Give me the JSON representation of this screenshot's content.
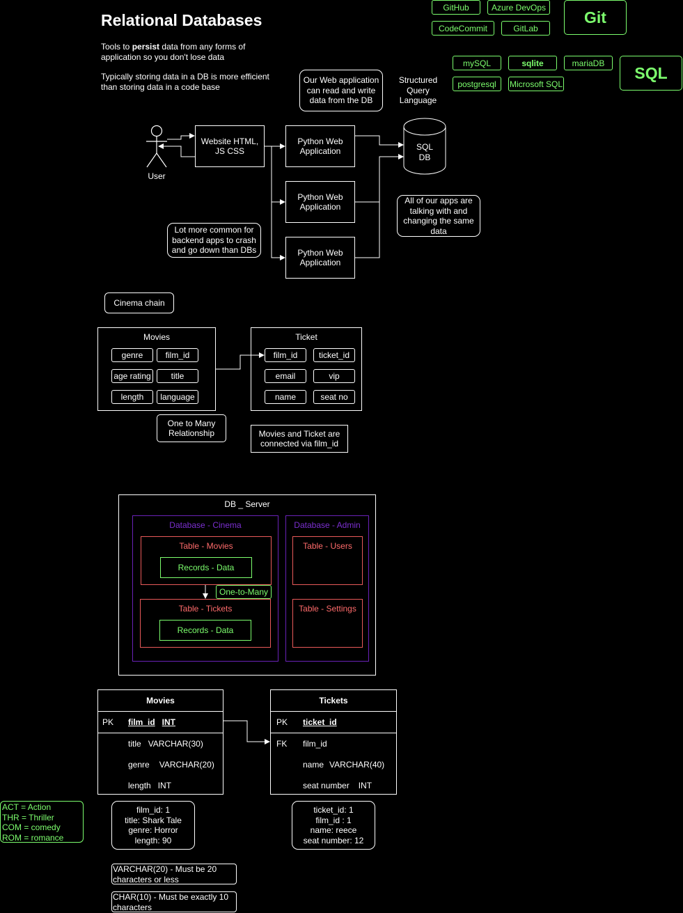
{
  "title": "Relational Databases",
  "intro": {
    "line1_pre": "Tools to ",
    "line1_bold": "persist",
    "line1_post": " data from any forms of",
    "line2": "application so you don't lose data",
    "line3": "Typically storing data in a DB is more efficient",
    "line4": "than storing data in a code base"
  },
  "git_tools": {
    "badge": "Git",
    "items": [
      "GitHub",
      "Azure DevOps",
      "CodeCommit",
      "GitLab"
    ]
  },
  "sql_tools": {
    "badge": "SQL",
    "items": [
      "mySQL",
      "sqlite",
      "mariaDB",
      "postgresql",
      "Microsoft SQL"
    ]
  },
  "arch": {
    "user_label": "User",
    "website": "Website HTML, JS CSS",
    "app_label": "Python Web Application",
    "db_label": "SQL DB",
    "note_rw": "Our Web application can read and write data from the DB",
    "note_sql": "Structured Query Language",
    "note_shared": "All of our apps are talking with and changing the same data",
    "note_crash": "Lot more common for backend apps to crash and go down than DBs"
  },
  "cinema": {
    "label": "Cinema chain",
    "movies_title": "Movies",
    "movies_fields": [
      "genre",
      "film_id",
      "age rating",
      "title",
      "length",
      "language"
    ],
    "ticket_title": "Ticket",
    "ticket_fields": [
      "film_id",
      "ticket_id",
      "email",
      "vip",
      "name",
      "seat no"
    ],
    "relationship": "One to Many Relationship",
    "connected": "Movies and Ticket are connected via film_id"
  },
  "server": {
    "title": "DB _ Server",
    "db_cinema": "Database - Cinema",
    "db_admin": "Database - Admin",
    "t_movies": "Table - Movies",
    "t_tickets": "Table - Tickets",
    "t_users": "Table - Users",
    "t_settings": "Table - Settings",
    "records": "Records - Data",
    "one_to_many": "One-to-Many"
  },
  "er": {
    "movies": {
      "title": "Movies",
      "rows": [
        {
          "key": "PK",
          "name": "film_id",
          "type": "INT"
        },
        {
          "key": "",
          "name": "title",
          "type": "VARCHAR(30)"
        },
        {
          "key": "",
          "name": "genre",
          "type": "VARCHAR(20)"
        },
        {
          "key": "",
          "name": "length",
          "type": "INT"
        }
      ]
    },
    "tickets": {
      "title": "Tickets",
      "rows": [
        {
          "key": "PK",
          "name": "ticket_id",
          "type": ""
        },
        {
          "key": "FK",
          "name": "film_id",
          "type": ""
        },
        {
          "key": "",
          "name": "name",
          "type": "VARCHAR(40)"
        },
        {
          "key": "",
          "name": "seat number",
          "type": "INT"
        }
      ]
    }
  },
  "samples": {
    "movie": [
      "film_id: 1",
      "title: Shark Tale",
      "genre: Horror",
      "length: 90"
    ],
    "ticket": [
      "ticket_id: 1",
      "film_id : 1",
      "name: reece",
      "seat number: 12"
    ]
  },
  "legend": [
    "ACT = Action",
    "THR = Thriller",
    "COM = comedy",
    "ROM  = romance"
  ],
  "notes": {
    "varchar": "VARCHAR(20) - Must be 20 characters or less",
    "char": "CHAR(10) - Must be exactly 10 characters"
  }
}
